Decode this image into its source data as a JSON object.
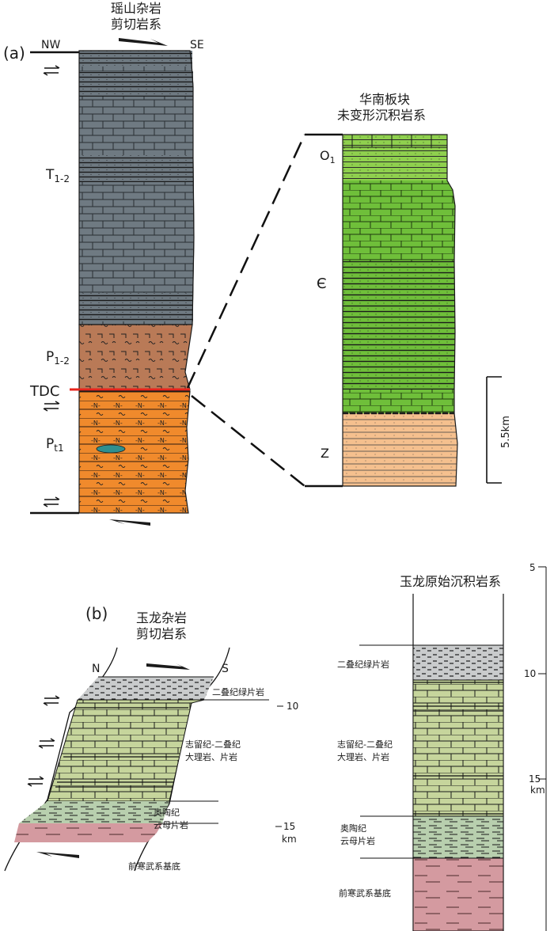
{
  "panel_a": {
    "label": "(a)",
    "left_title_1": "瑶山杂岩",
    "left_title_2": "剪切岩系",
    "nw": "NW",
    "se": "SE",
    "unit_t": "T",
    "unit_t_sub": "1-2",
    "unit_p": "P",
    "unit_p_sub": "1-2",
    "tdc": "TDC",
    "unit_pt": "P",
    "unit_pt_sub": "t1",
    "right_title_1": "华南板块",
    "right_title_2": "未变形沉积岩系",
    "unit_o": "O",
    "unit_o_sub": "1",
    "unit_cam": "Є",
    "unit_z": "Z",
    "scale": "5.5km"
  },
  "panel_b": {
    "label": "(b)",
    "left_title_1": "玉龙杂岩",
    "left_title_2": "剪切岩系",
    "n": "N",
    "s": "S",
    "layer_permian": "二叠纪绿片岩",
    "layer_silurian_1": "志留纪-二叠纪",
    "layer_silurian_2": "大理岩、片岩",
    "layer_ordovician_1": "奥陶纪",
    "layer_ordovician_2": "云母片岩",
    "layer_basement": "前寒武系基底",
    "depth_10": "10",
    "depth_15": "15",
    "depth_km": "km",
    "right_title": "玉龙原始沉积岩系",
    "r_depth_5": "5",
    "r_depth_10": "10",
    "r_depth_15": "15",
    "r_depth_km": "km",
    "r_layer_permian": "二叠纪绿片岩",
    "r_layer_silurian_1": "志留纪-二叠纪",
    "r_layer_silurian_2": "大理岩、片岩",
    "r_layer_ordovician_1": "奥陶纪",
    "r_layer_ordovician_2": "云母片岩",
    "r_layer_basement": "前寒武系基底"
  },
  "colors": {
    "triassic_gray": "#6f7a82",
    "permian_brown": "#b97a57",
    "proterozoic_orange": "#f08a2c",
    "cambrian_green": "#6fbf3a",
    "sinian_peach": "#f5c08e",
    "tdc_red": "#e8241c",
    "permian_b_gray": "#c9cbcc",
    "marble_green": "#c6d59c",
    "mica_green": "#b8cfae",
    "basement_pink": "#d49aa0"
  }
}
